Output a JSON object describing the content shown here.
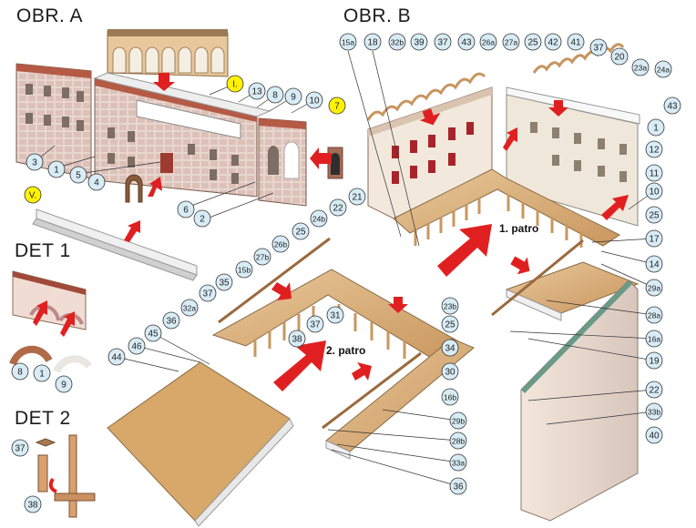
{
  "headings": {
    "obr_a": "OBR. A",
    "obr_b": "OBR. B",
    "det1": "DET 1",
    "det2": "DET 2"
  },
  "floor_labels": {
    "first": "1. patro",
    "second": "2. patro"
  },
  "callouts": [
    {
      "id": "a-I",
      "text": "I.",
      "yellow": true
    },
    {
      "id": "a-13",
      "text": "13"
    },
    {
      "id": "a-8",
      "text": "8"
    },
    {
      "id": "a-9",
      "text": "9"
    },
    {
      "id": "a-10",
      "text": "10"
    },
    {
      "id": "a-7",
      "text": "7",
      "yellow": true
    },
    {
      "id": "a-3",
      "text": "3"
    },
    {
      "id": "a-1",
      "text": "1"
    },
    {
      "id": "a-5",
      "text": "5"
    },
    {
      "id": "a-4",
      "text": "4"
    },
    {
      "id": "a-6",
      "text": "6"
    },
    {
      "id": "a-2",
      "text": "2"
    },
    {
      "id": "a-V",
      "text": "V.",
      "yellow": true
    },
    {
      "id": "b-15a",
      "text": "15a"
    },
    {
      "id": "b-18",
      "text": "18"
    },
    {
      "id": "b-32b",
      "text": "32b"
    },
    {
      "id": "b-39",
      "text": "39"
    },
    {
      "id": "b-37a",
      "text": "37"
    },
    {
      "id": "b-43a",
      "text": "43"
    },
    {
      "id": "b-26a",
      "text": "26a"
    },
    {
      "id": "b-27a",
      "text": "27a"
    },
    {
      "id": "b-25a",
      "text": "25"
    },
    {
      "id": "b-42",
      "text": "42"
    },
    {
      "id": "b-41",
      "text": "41"
    },
    {
      "id": "b-37b",
      "text": "37"
    },
    {
      "id": "b-20",
      "text": "20"
    },
    {
      "id": "b-23a",
      "text": "23a"
    },
    {
      "id": "b-24a",
      "text": "24a"
    },
    {
      "id": "b-43b",
      "text": "43"
    },
    {
      "id": "b-1",
      "text": "1"
    },
    {
      "id": "b-12",
      "text": "12"
    },
    {
      "id": "b-11",
      "text": "11"
    },
    {
      "id": "b-10",
      "text": "10"
    },
    {
      "id": "b-25b",
      "text": "25"
    },
    {
      "id": "b-17",
      "text": "17"
    },
    {
      "id": "b-14",
      "text": "14"
    },
    {
      "id": "b-29a",
      "text": "29a"
    },
    {
      "id": "b-28a",
      "text": "28a"
    },
    {
      "id": "b-16a",
      "text": "16a"
    },
    {
      "id": "b-19",
      "text": "19"
    },
    {
      "id": "b-22b",
      "text": "22"
    },
    {
      "id": "b-33b",
      "text": "33b"
    },
    {
      "id": "b-40",
      "text": "40"
    },
    {
      "id": "b-21",
      "text": "21"
    },
    {
      "id": "b-22a",
      "text": "22"
    },
    {
      "id": "b-24b",
      "text": "24b"
    },
    {
      "id": "b-25c",
      "text": "25"
    },
    {
      "id": "b-26b",
      "text": "26b"
    },
    {
      "id": "b-27b",
      "text": "27b"
    },
    {
      "id": "b-15b",
      "text": "15b"
    },
    {
      "id": "b-35",
      "text": "35"
    },
    {
      "id": "b-37c",
      "text": "37"
    },
    {
      "id": "b-32a",
      "text": "32a"
    },
    {
      "id": "b-36a",
      "text": "36"
    },
    {
      "id": "b-31",
      "text": "31"
    },
    {
      "id": "b-37d",
      "text": "37"
    },
    {
      "id": "b-38a",
      "text": "38"
    },
    {
      "id": "b-23b",
      "text": "23b"
    },
    {
      "id": "b-25d",
      "text": "25"
    },
    {
      "id": "b-34",
      "text": "34"
    },
    {
      "id": "b-30",
      "text": "30"
    },
    {
      "id": "b-16b",
      "text": "16b"
    },
    {
      "id": "b-29b",
      "text": "29b"
    },
    {
      "id": "b-28b",
      "text": "28b"
    },
    {
      "id": "b-33a",
      "text": "33a"
    },
    {
      "id": "b-36b",
      "text": "36"
    },
    {
      "id": "b-46",
      "text": "46"
    },
    {
      "id": "b-45",
      "text": "45"
    },
    {
      "id": "b-44",
      "text": "44"
    },
    {
      "id": "d1-8",
      "text": "8"
    },
    {
      "id": "d1-1",
      "text": "1"
    },
    {
      "id": "d1-9",
      "text": "9"
    },
    {
      "id": "d2-37",
      "text": "37"
    },
    {
      "id": "d2-38",
      "text": "38"
    }
  ]
}
